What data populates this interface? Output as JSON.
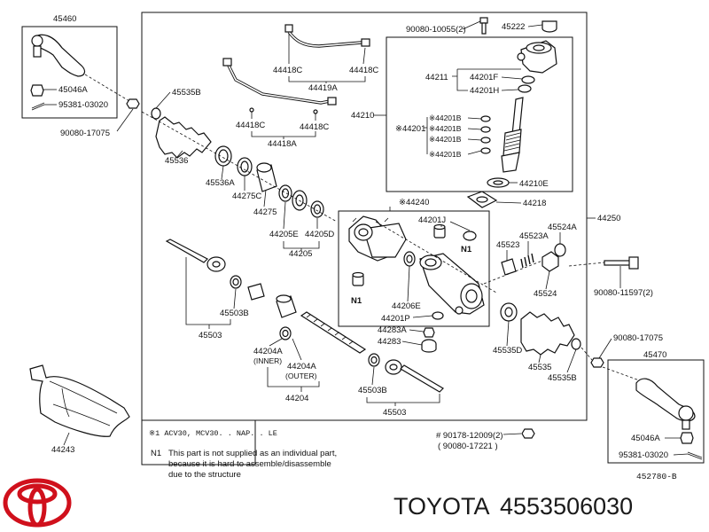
{
  "diagram": {
    "labels": {
      "l45460": "45460",
      "l45046A_top": "45046A",
      "l95381_top": "95381-03020",
      "l90080_17075_left": "90080-17075",
      "l45535B_top": "45535B",
      "l45536": "45536",
      "l45536A": "45536A",
      "l44275C": "44275C",
      "l44275": "44275",
      "l44205E": "44205E",
      "l44205D": "44205D",
      "l44205": "44205",
      "l44418C_a": "44418C",
      "l44418C_b": "44418C",
      "l44419A": "44419A",
      "l44418C_c": "44418C",
      "l44418C_d": "44418C",
      "l44418A": "44418A",
      "l90080_10055": "90080-10055(2)",
      "l45222": "45222",
      "l44211": "44211",
      "l44201F": "44201F",
      "l44201H": "44201H",
      "l44210": "44210",
      "l44201": "※44201",
      "l44201B_1": "※44201B",
      "l44201B_2": "※44201B",
      "l44201B_3": "※44201B",
      "l44201B_4": "※44201B",
      "l44210E": "44210E",
      "l44218": "44218",
      "l44240": "※44240",
      "l44201J": "44201J",
      "lN1_a": "N1",
      "l44250": "44250",
      "l45524A": "45524A",
      "l45523": "45523",
      "l45523A": "45523A",
      "l45524": "45524",
      "l90080_11597": "90080-11597(2)",
      "l44206E": "44206E",
      "lN1_b": "N1",
      "l44201P": "44201P",
      "l44283A": "44283A",
      "l44283": "44283",
      "l45503B_a": "45503B",
      "l45503_a": "45503",
      "l44204A_inner": "44204A",
      "l_inner": "(INNER)",
      "l44204A_outer": "44204A",
      "l_outer": "(OUTER)",
      "l44204": "44204",
      "l45503B_b": "45503B",
      "l45503_b": "45503",
      "l45535D": "45535D",
      "l45535": "45535",
      "l45535B_r": "45535B",
      "l90080_17075_r": "90080-17075",
      "l45470": "45470",
      "l45046A_r": "45046A",
      "l95381_r": "95381-03020",
      "l44243": "44243",
      "l90178": "# 90178-12009(2)",
      "l90080_17221": "( 90080-17221 )"
    },
    "notes": {
      "footnote1": "※1  ACV30, MCV30. . NAP. . LE",
      "n1_key": "N1",
      "n1_line1": "This part is not supplied as an individual part,",
      "n1_line2": "because it is hard to assemble/disassemble",
      "n1_line3": "due to the structure",
      "diagram_code": "452780-B"
    }
  },
  "brand": {
    "name": "TOYOTA",
    "part_number": "4553506030",
    "logo_color": "#d0101c"
  }
}
